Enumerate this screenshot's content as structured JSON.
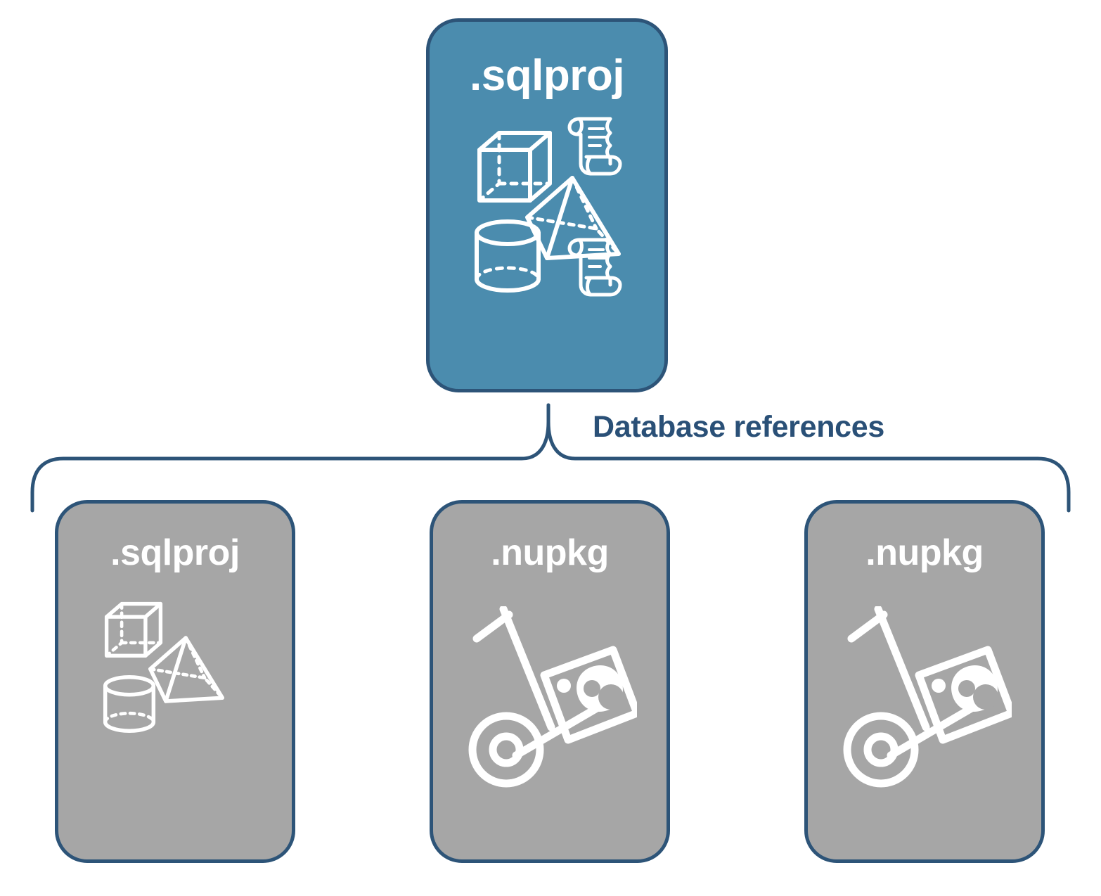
{
  "diagram": {
    "title": "Database references",
    "colors": {
      "parent_card_fill": "#4b8cae",
      "reference_card_fill": "#a6a6a6",
      "border": "#2d5478",
      "label_text": "#2a5077",
      "card_text": "#ffffff",
      "background": "#ffffff"
    }
  },
  "parent": {
    "label": ".sqlproj",
    "icons": [
      "cube-wireframe-icon",
      "pyramid-wireframe-icon",
      "cylinder-wireframe-icon",
      "scroll-script-icon",
      "scroll-script-icon"
    ]
  },
  "connector": {
    "label": "Database references"
  },
  "references": [
    {
      "label": ".sqlproj",
      "icons": [
        "cube-wireframe-icon",
        "pyramid-wireframe-icon",
        "cylinder-wireframe-icon"
      ]
    },
    {
      "label": ".nupkg",
      "icons": [
        "nuget-hand-truck-icon"
      ]
    },
    {
      "label": ".nupkg",
      "icons": [
        "nuget-hand-truck-icon"
      ]
    }
  ]
}
